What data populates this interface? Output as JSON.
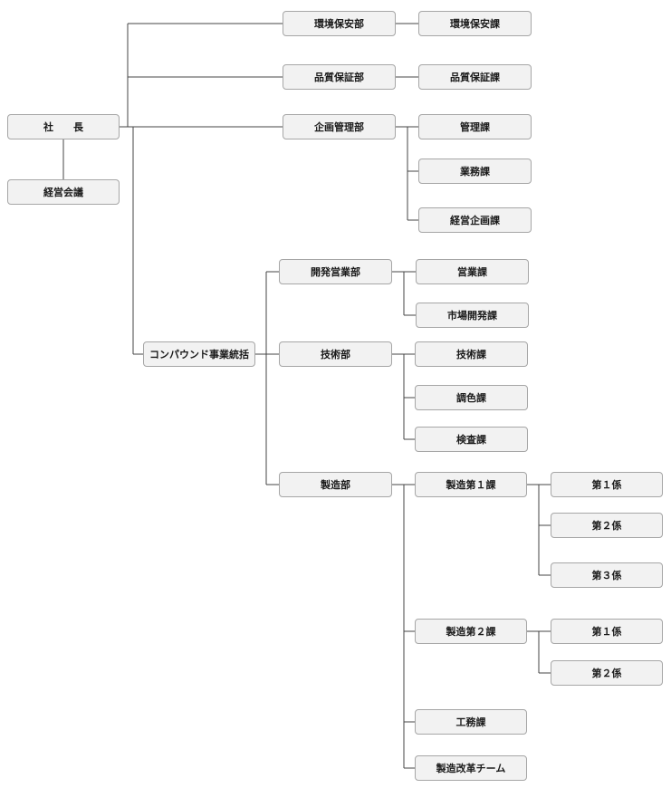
{
  "president": "社　　長",
  "management_meeting": "経営会議",
  "departments": {
    "env": {
      "name": "環境保安部",
      "sections": [
        "環境保安課"
      ]
    },
    "quality": {
      "name": "品質保証部",
      "sections": [
        "品質保証課"
      ]
    },
    "planning": {
      "name": "企画管理部",
      "sections": [
        "管理課",
        "業務課",
        "経営企画課"
      ]
    }
  },
  "compound": {
    "name": "コンパウンド事業統括",
    "sales_dev": {
      "name": "開発営業部",
      "sections": [
        "営業課",
        "市場開発課"
      ]
    },
    "tech": {
      "name": "技術部",
      "sections": [
        "技術課",
        "調色課",
        "検査課"
      ]
    },
    "mfg": {
      "name": "製造部",
      "sec1": {
        "name": "製造第１課",
        "units": [
          "第１係",
          "第２係",
          "第３係"
        ]
      },
      "sec2": {
        "name": "製造第２課",
        "units": [
          "第１係",
          "第２係"
        ]
      },
      "works": "工務課",
      "reform": "製造改革チーム"
    }
  }
}
